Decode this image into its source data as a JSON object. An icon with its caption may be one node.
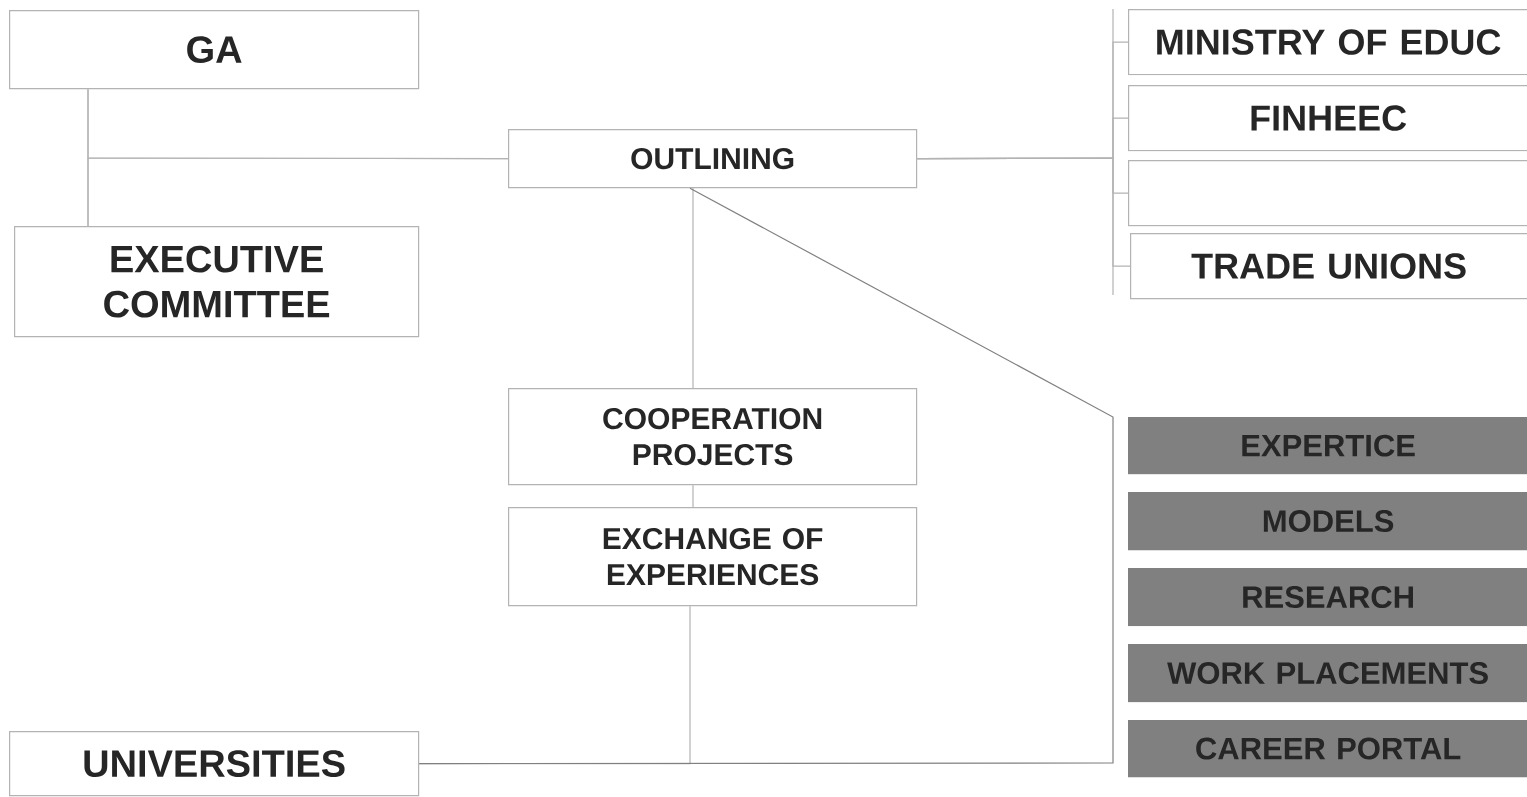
{
  "diagram": {
    "nodes": [
      {
        "text": [
          "GA"
        ]
      },
      {
        "text": [
          "OUTLINING"
        ]
      },
      {
        "text": [
          "MINISTRY OF EDUC"
        ]
      },
      {
        "text": [
          "FINHEEC"
        ]
      },
      {
        "text": [],
        "shape": "box"
      },
      {
        "text": [
          "TRADE UNIONS"
        ]
      },
      {
        "text": [
          "EXECUTIVE COMMITTEE"
        ]
      },
      {
        "text": [
          "COOPERATION PROJECTS"
        ]
      },
      {
        "text": [
          "EXCHANGE OF EXPERIENCES"
        ]
      },
      {
        "text": [
          "EXPERTICE"
        ]
      },
      {
        "text": [
          "MODELS"
        ]
      },
      {
        "text": [
          "RESEARCH"
        ]
      },
      {
        "text": [
          "WORK PLACEMENTS"
        ]
      },
      {
        "text": [
          "CAREER PORTAL"
        ]
      },
      {
        "text": [
          "UNIVERSITIES"
        ]
      }
    ],
    "edges": [
      {
        "from": 0,
        "to": 6,
        "arrow": "none"
      },
      {
        "from": 1,
        "to": 0,
        "arrow": "none"
      },
      {
        "from": 1,
        "to": 6,
        "arrow": "none"
      },
      {
        "from": 1,
        "to": 2,
        "arrow": "none"
      },
      {
        "from": 1,
        "to": 3,
        "arrow": "none"
      },
      {
        "from": 1,
        "to": 4,
        "arrow": "none"
      },
      {
        "from": 1,
        "to": 5,
        "arrow": "none"
      },
      {
        "from": 1,
        "to": 7,
        "arrow": "none"
      },
      {
        "from": 7,
        "to": 8,
        "arrow": "none"
      },
      {
        "from": 8,
        "to": 14,
        "arrow": "none"
      },
      {
        "from": 1,
        "to": 14,
        "arrow": "none",
        "color": "#808080"
      }
    ]
  }
}
